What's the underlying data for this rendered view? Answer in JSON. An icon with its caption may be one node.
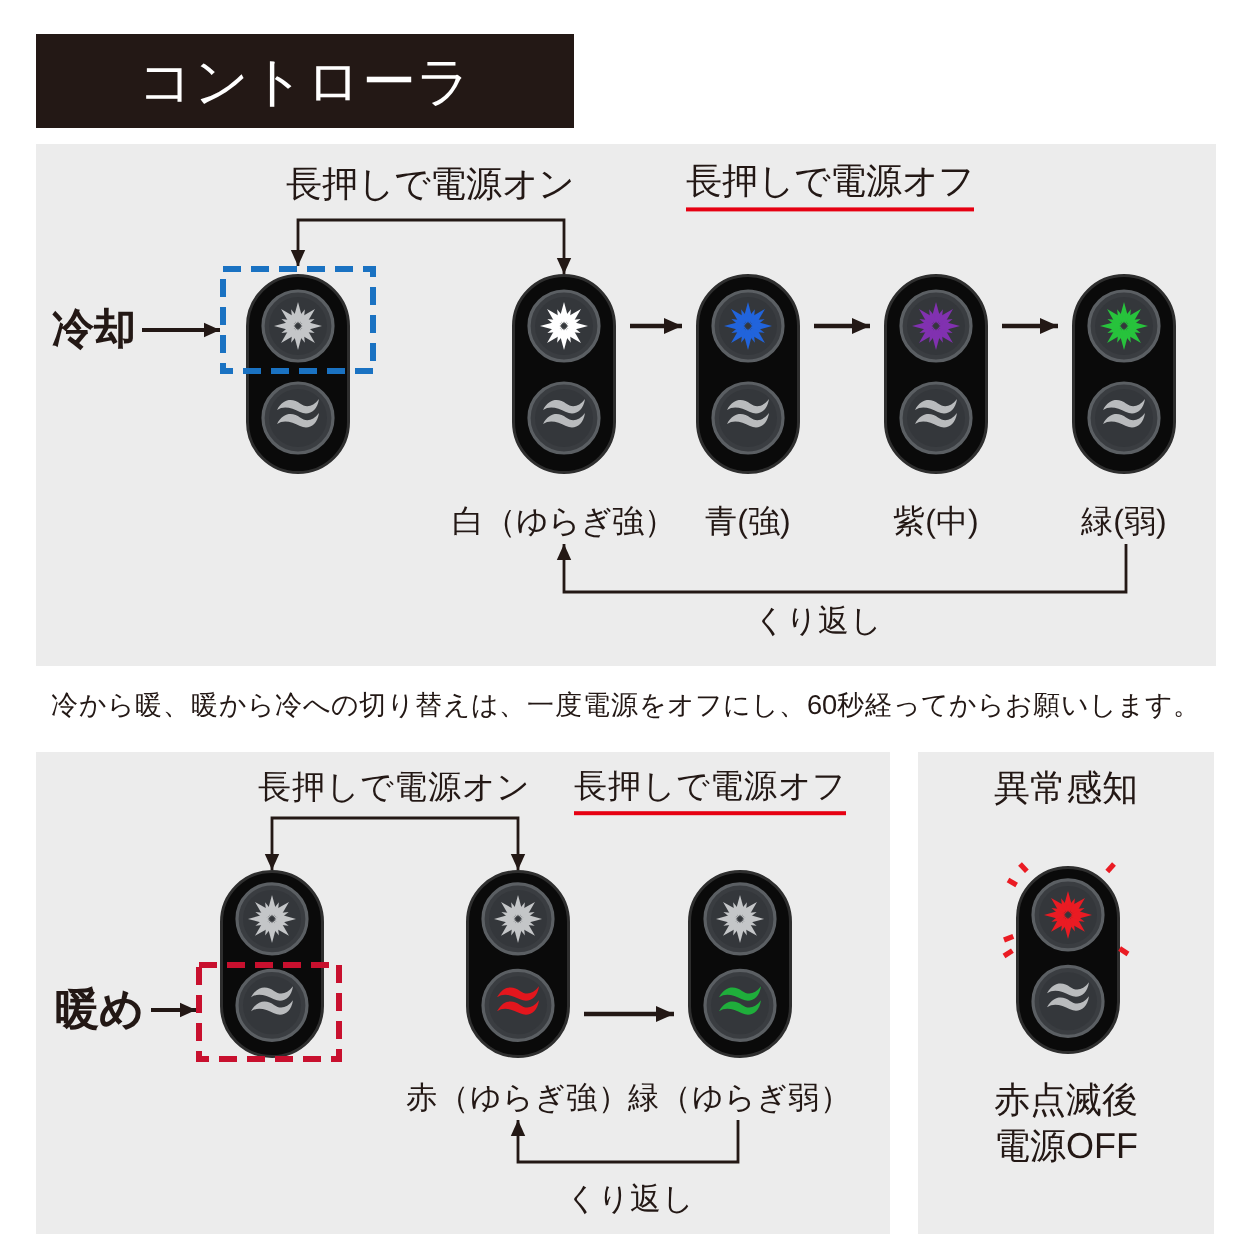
{
  "diagram": {
    "title": "コントローラ",
    "nodes": [
      {
        "text": [],
        "shape": "box"
      },
      {
        "text": [
          "冷却"
        ],
        "in": 0
      },
      {
        "text": [],
        "shape": "box",
        "in": 0
      },
      {
        "text": [],
        "shape": "picture",
        "in": 0
      },
      {
        "text": [],
        "shape": "picture",
        "beside": [
          "白（ゆらぎ強）"
        ],
        "in": 0
      },
      {
        "text": [],
        "shape": "picture",
        "beside": [
          "青(強)"
        ],
        "in": 0
      },
      {
        "text": [],
        "shape": "picture",
        "beside": [
          "紫(中)"
        ],
        "in": 0
      },
      {
        "text": [],
        "shape": "picture",
        "beside": [
          "緑(弱)"
        ],
        "in": 0
      },
      {
        "text": [],
        "shape": "box"
      },
      {
        "text": [
          "暖め"
        ],
        "in": 8
      },
      {
        "text": [],
        "shape": "picture",
        "in": 8
      },
      {
        "text": [],
        "shape": "box",
        "in": 8
      },
      {
        "text": [],
        "shape": "picture",
        "beside": [
          "赤（ゆらぎ強）"
        ],
        "in": 8
      },
      {
        "text": [],
        "shape": "picture",
        "beside": [
          "緑（ゆらぎ弱）"
        ],
        "in": 8
      },
      {
        "text": [
          "異常感知",
          "赤点滅後電源OFF"
        ]
      },
      {
        "text": [],
        "shape": "picture",
        "in": 14
      }
    ],
    "edges": [
      {
        "from": 1,
        "to": 2,
        "arrow": "to"
      },
      {
        "from": 2,
        "to": 4,
        "arrow": "both",
        "label": "長押しで電源オン"
      },
      {
        "from": 4,
        "to": 5,
        "arrow": "to"
      },
      {
        "from": 5,
        "to": 6,
        "arrow": "to"
      },
      {
        "from": 6,
        "to": 7,
        "arrow": "to"
      },
      {
        "from": 7,
        "to": 4,
        "arrow": "to",
        "label": "くり返し"
      },
      {
        "from": 9,
        "to": 11,
        "arrow": "to"
      },
      {
        "from": 10,
        "to": 12,
        "arrow": "both",
        "label": "長押しで電源オン"
      },
      {
        "from": 12,
        "to": 13,
        "arrow": "to"
      },
      {
        "from": 13,
        "to": 12,
        "arrow": "to",
        "label": "くり返し"
      }
    ],
    "labels": [
      "長押しで電源オフ",
      "冷から暖、暖から冷への切り替えは、一度電源をオフにし、60秒経ってからお願いします。",
      "長押しで電源オフ"
    ]
  }
}
